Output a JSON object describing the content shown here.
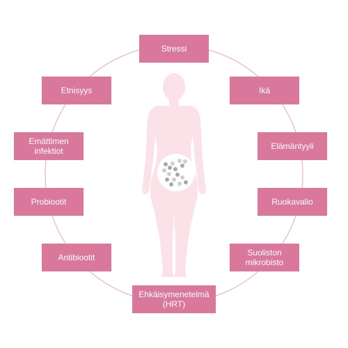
{
  "factors": {
    "stressi": "Stressi",
    "etnisyys": "Etnisyys",
    "ika": "Ikä",
    "emattimen_infektiot": [
      "Emättimen",
      "infektiot"
    ],
    "elamantyyli": "Elämäntyyli",
    "probiootit": "Probiootit",
    "ruokavalio": "Ruokavalio",
    "antibiootit": "Antibiootit",
    "suoliston_mikrobisto": [
      "Suoliston",
      "mikrobisto"
    ],
    "hrt": [
      "Ehkäisymenetelmä",
      "(HRT)"
    ]
  },
  "colors": {
    "box_fill": "#d9789b",
    "box_text": "#ffffff",
    "ring": "#e7a6bd",
    "body_silhouette": "#fbe1e8",
    "microbe_circle": "#ffffff",
    "microbe_dark": "#a8a8a8",
    "microbe_light": "#cfcfcf"
  },
  "icons": {
    "figure": "female-body-silhouette-icon",
    "microbiome": "bacteria-cluster-icon"
  }
}
